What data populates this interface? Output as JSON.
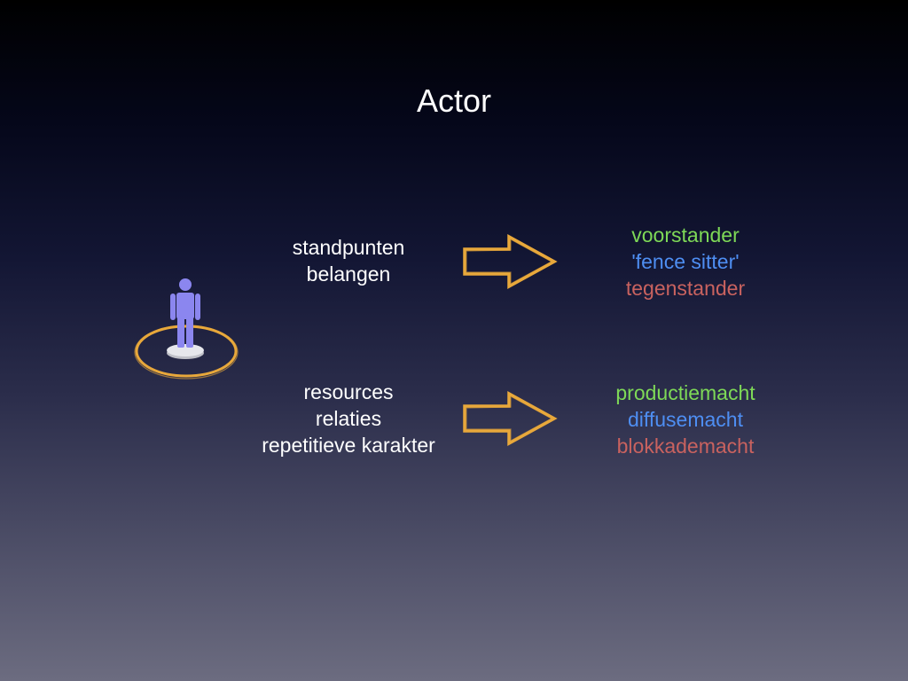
{
  "title": "Actor",
  "colors": {
    "positive": "#7ed957",
    "neutral": "#4e8ef2",
    "negative": "#c9625f",
    "arrow": "#e8a83b",
    "actor": "#8b86ef"
  },
  "top_row": {
    "inputs": [
      "standpunten",
      "belangen"
    ],
    "outputs": [
      "voorstander",
      "'fence sitter'",
      "tegenstander"
    ]
  },
  "bottom_row": {
    "inputs": [
      "resources",
      "relaties",
      "repetitieve karakter"
    ],
    "outputs": [
      "productiemacht",
      "diffusemacht",
      "blokkademacht"
    ]
  }
}
